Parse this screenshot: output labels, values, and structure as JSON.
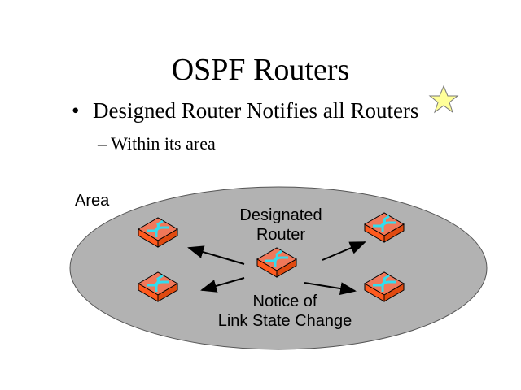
{
  "slide": {
    "title": "OSPF Routers",
    "bullet_marker": "•",
    "bullet": "Designed Router Notifies all Routers",
    "sub_bullet": "– Within its area"
  },
  "diagram": {
    "area_label": "Area",
    "designated_label_line1": "Designated",
    "designated_label_line2": "Router",
    "notice_line1": "Notice of",
    "notice_line2": "Link State Change",
    "colors": {
      "area_fill": "#b2b2b2",
      "router_top": "#f0785a",
      "router_side": "#ff5a1e",
      "arrow_glyph": "#33ddee",
      "star": "#ffff99"
    }
  }
}
